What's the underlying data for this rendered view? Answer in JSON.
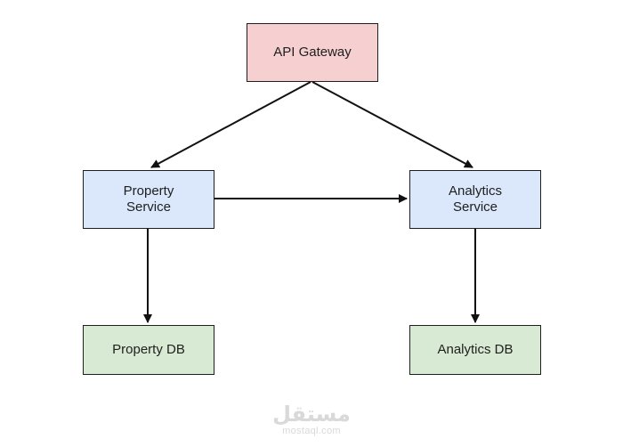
{
  "colors": {
    "gateway_fill": "#f6cfd0",
    "service_fill": "#dbe8fb",
    "db_fill": "#d8ead3",
    "border": "#1f1f1f",
    "arrow": "#111111",
    "watermark": "#d9d9d9"
  },
  "nodes": {
    "api_gateway": {
      "label": "API Gateway"
    },
    "property_service": {
      "label": "Property\nService"
    },
    "analytics_service": {
      "label": "Analytics\nService"
    },
    "property_db": {
      "label": "Property DB"
    },
    "analytics_db": {
      "label": "Analytics DB"
    }
  },
  "edges": [
    {
      "from": "api_gateway",
      "to": "property_service"
    },
    {
      "from": "api_gateway",
      "to": "analytics_service"
    },
    {
      "from": "property_service",
      "to": "analytics_service"
    },
    {
      "from": "property_service",
      "to": "property_db"
    },
    {
      "from": "analytics_service",
      "to": "analytics_db"
    }
  ],
  "watermark": {
    "logo": "مستقل",
    "url": "mostaql.com"
  }
}
